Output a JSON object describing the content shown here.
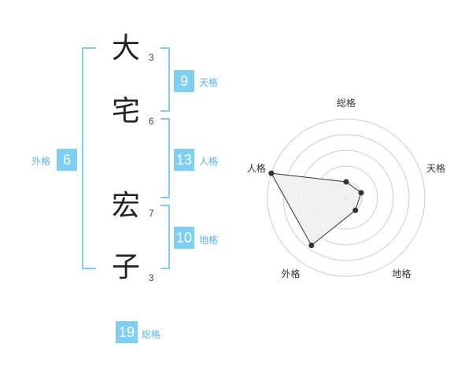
{
  "name_chars": [
    {
      "char": "大",
      "strokes": "3"
    },
    {
      "char": "宅",
      "strokes": "6"
    },
    {
      "char": "宏",
      "strokes": "7"
    },
    {
      "char": "子",
      "strokes": "3"
    }
  ],
  "fortunes": {
    "tenkaku": {
      "value": "9",
      "label": "天格"
    },
    "jinkaku": {
      "value": "13",
      "label": "人格"
    },
    "chikaku": {
      "value": "10",
      "label": "地格"
    },
    "gaikaku": {
      "value": "6",
      "label": "外格"
    },
    "soukaku": {
      "value": "19",
      "label": "総格"
    }
  },
  "colors": {
    "accent": "#7fcff5",
    "label": "#5ab4e4",
    "radar_fill": "#eeeeee"
  },
  "chart_data": {
    "type": "radar",
    "axes": [
      "総格",
      "天格",
      "地格",
      "外格",
      "人格"
    ],
    "values": [
      0.2,
      0.2,
      0.2,
      0.75,
      1.0
    ],
    "rings": 5
  }
}
